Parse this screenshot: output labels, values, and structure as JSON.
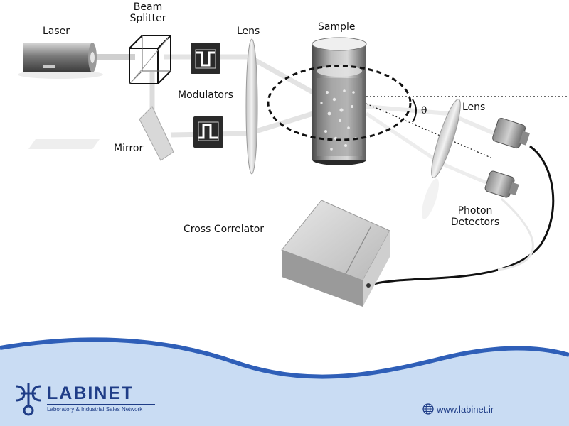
{
  "labels": {
    "laser": "Laser",
    "beam_splitter_line1": "Beam",
    "beam_splitter_line2": "Splitter",
    "lens_1": "Lens",
    "sample": "Sample",
    "modulators": "Modulators",
    "mirror": "Mirror",
    "theta": "θ",
    "lens_2": "Lens",
    "photon_detectors_line1": "Photon",
    "photon_detectors_line2": "Detectors",
    "cross_correlator": "Cross Correlator"
  },
  "footer": {
    "logo_word": "LABINET",
    "logo_tagline": "Laboratory & Industrial Sales Network",
    "website": "www.labinet.ir"
  },
  "icons": {
    "logo": "labinet-logo-icon",
    "website": "globe-icon"
  },
  "colors": {
    "brand_blue": "#1f3d87",
    "wave_light": "#c9dcf3",
    "wave_dark": "#2f5fb8"
  }
}
